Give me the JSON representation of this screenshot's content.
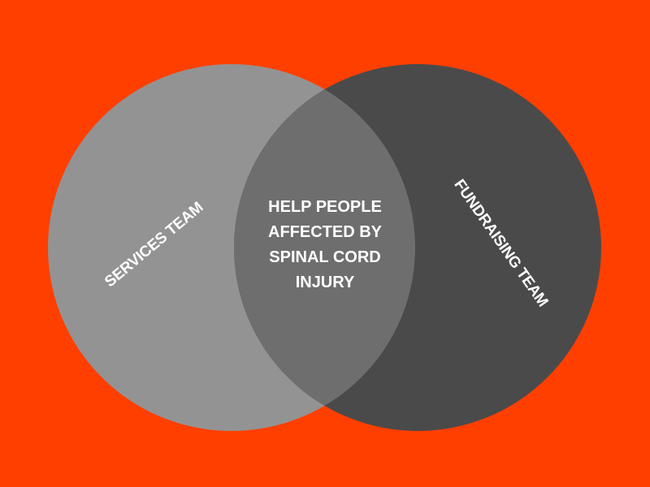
{
  "colors": {
    "background": "#ff3f00",
    "left_circle": "#939393",
    "right_circle": "#4a4a4a",
    "overlap": "#6e6e6e",
    "text": "#ffffff"
  },
  "sets": [
    {
      "label": "SERVICES TEAM"
    },
    {
      "label": "FUNDRAISING TEAM"
    }
  ],
  "intersection": {
    "lines": [
      "HELP PEOPLE",
      "AFFECTED BY",
      "SPINAL CORD",
      "INJURY"
    ]
  }
}
